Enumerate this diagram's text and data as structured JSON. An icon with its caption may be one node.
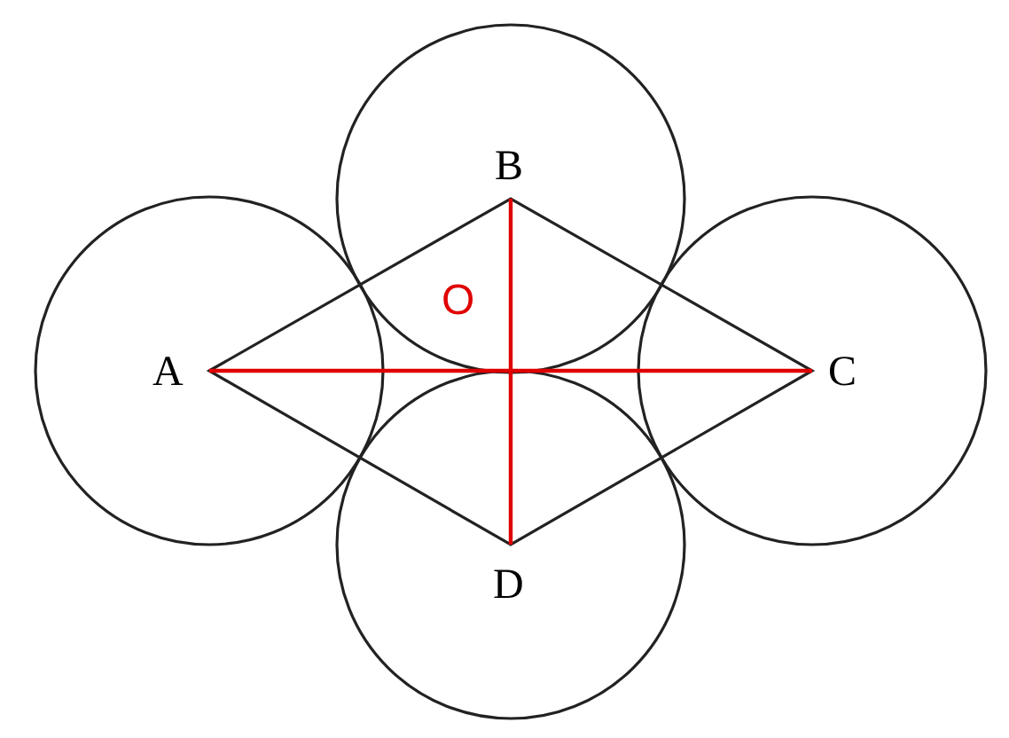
{
  "diagram": {
    "labels": [
      "B",
      "O",
      "A",
      "C",
      "D"
    ]
  }
}
